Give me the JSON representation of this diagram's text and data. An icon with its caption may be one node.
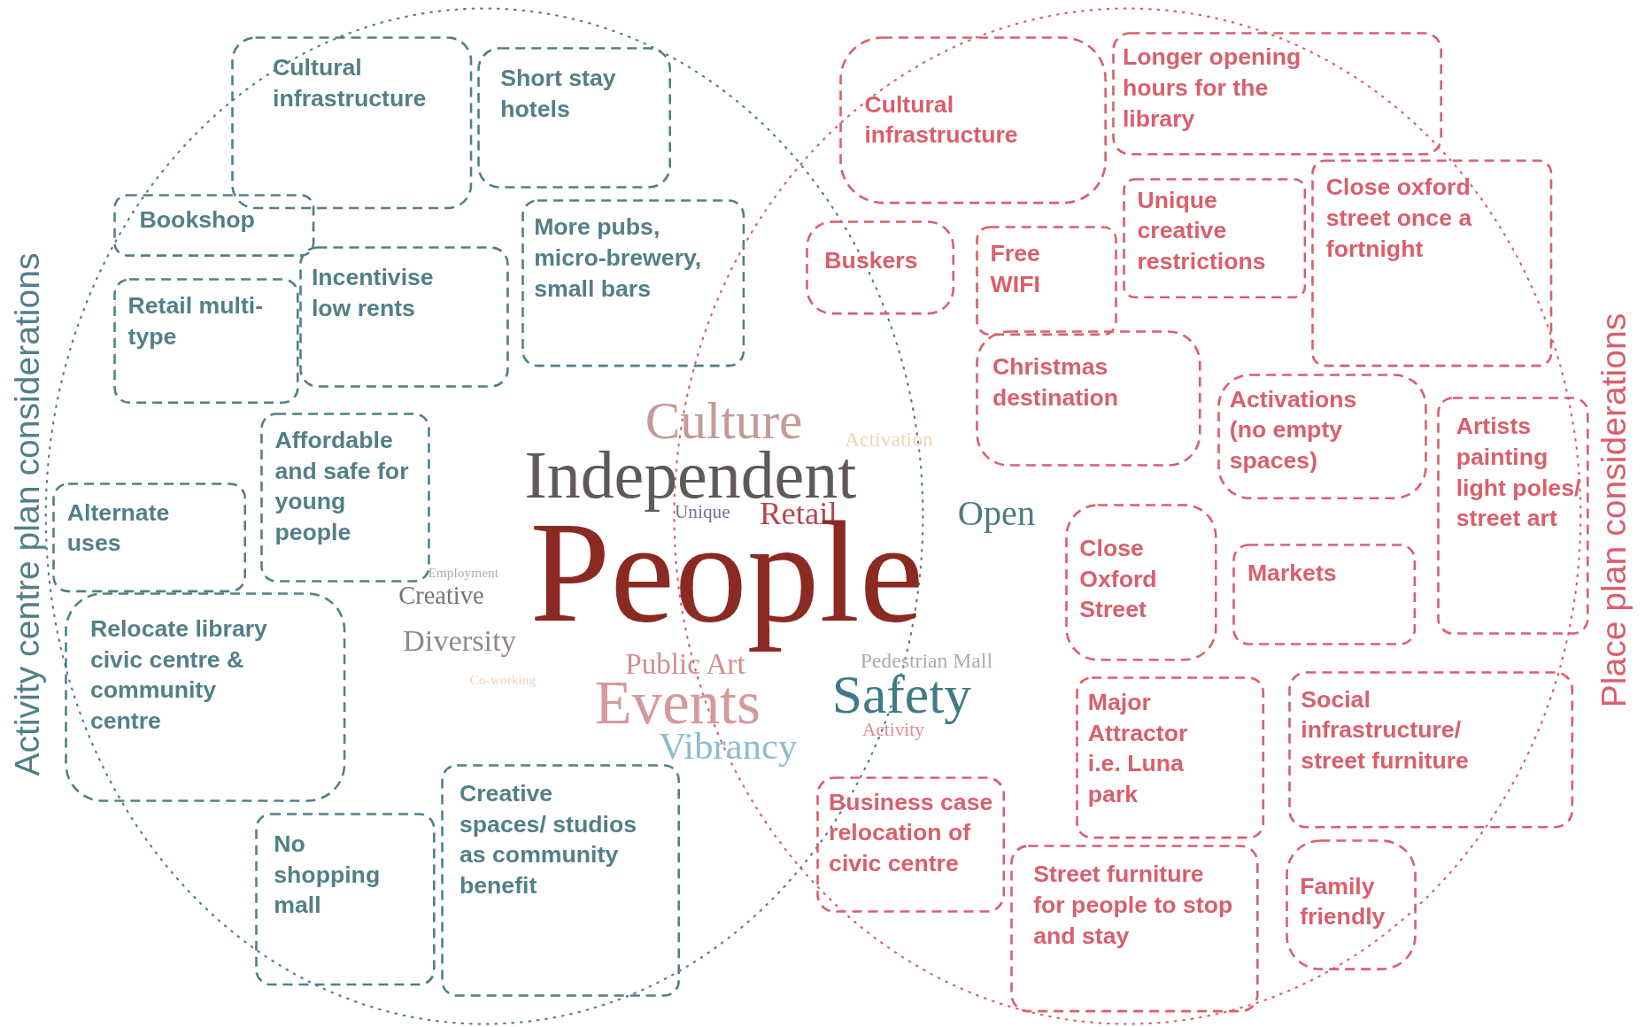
{
  "diagram": {
    "nodes": [
      {
        "text": [
          "Activity centre plan considerations"
        ]
      },
      {
        "text": [
          "Cultural infrastructure"
        ],
        "in": 0
      },
      {
        "text": [
          "Short stay hotels"
        ],
        "in": 0
      },
      {
        "text": [
          "Bookshop"
        ],
        "in": 0
      },
      {
        "text": [
          "Incentivise low rents"
        ],
        "in": 0
      },
      {
        "text": [
          "Retail multi-type"
        ],
        "in": 0
      },
      {
        "text": [
          "More pubs, micro-brewery, small bars"
        ],
        "in": 0
      },
      {
        "text": [
          "Affordable and safe for young people"
        ],
        "in": 0
      },
      {
        "text": [
          "Alternate uses"
        ],
        "in": 0
      },
      {
        "text": [
          "Relocate library civic centre & community centre"
        ],
        "in": 0
      },
      {
        "text": [
          "No shopping mall"
        ],
        "in": 0
      },
      {
        "text": [
          "Creative spaces/ studios as community benefit"
        ],
        "in": 0
      },
      {
        "text": [
          "Place plan considerations"
        ]
      },
      {
        "text": [
          "Cultural infrastructure"
        ],
        "in": 12
      },
      {
        "text": [
          "Longer opening hours for the library"
        ],
        "in": 12
      },
      {
        "text": [
          "Buskers"
        ],
        "in": 12
      },
      {
        "text": [
          "Free WIFI"
        ],
        "in": 12
      },
      {
        "text": [
          "Unique creative restrictions"
        ],
        "in": 12
      },
      {
        "text": [
          "Close oxford street once a fortnight"
        ],
        "in": 12
      },
      {
        "text": [
          "Christmas destination"
        ],
        "in": 12
      },
      {
        "text": [
          "Activations (no empty spaces)"
        ],
        "in": 12
      },
      {
        "text": [
          "Artists painting light poles/ street art"
        ],
        "in": 12
      },
      {
        "text": [
          "Close Oxford Street"
        ],
        "in": 12
      },
      {
        "text": [
          "Markets"
        ],
        "in": 12
      },
      {
        "text": [
          "Major Attractor i.e. Luna park"
        ],
        "in": 12
      },
      {
        "text": [
          "Social infrastructure/ street furniture"
        ],
        "in": 12
      },
      {
        "text": [
          "Business case relocation of civic centre"
        ],
        "in": 12
      },
      {
        "text": [
          "Street furniture for people to stop and stay"
        ],
        "in": 12
      },
      {
        "text": [
          "Family friendly"
        ],
        "in": 12
      }
    ],
    "edges": [],
    "labels": [
      "Culture",
      "Activation",
      "Independent",
      "Unique",
      "Retail",
      "Open",
      "Employment",
      "Creative",
      "People",
      "Diversity",
      "Public Art",
      "Pedestrian Mall",
      "Co-working",
      "Events",
      "Safety",
      "Activity",
      "Vibrancy"
    ]
  }
}
